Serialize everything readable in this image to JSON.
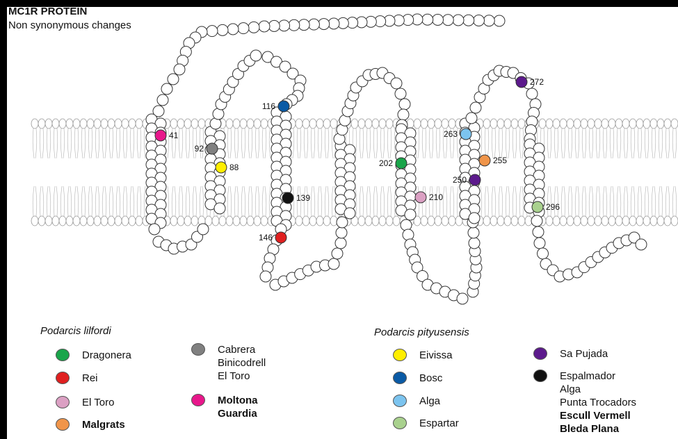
{
  "title": "MC1R PROTEIN",
  "subtitle": "Non synonymous changes",
  "mutations": [
    {
      "label": "41",
      "color": "#e8178b"
    },
    {
      "label": "88",
      "color": "#ffee00"
    },
    {
      "label": "92",
      "color": "#808080"
    },
    {
      "label": "116",
      "color": "#0a5aa5"
    },
    {
      "label": "139",
      "color": "#111111"
    },
    {
      "label": "146",
      "color": "#e02020"
    },
    {
      "label": "202",
      "color": "#1aa54a"
    },
    {
      "label": "210",
      "color": "#dba0c3"
    },
    {
      "label": "250",
      "color": "#5c1a8c"
    },
    {
      "label": "255",
      "color": "#f0954a"
    },
    {
      "label": "263",
      "color": "#7cc4ef"
    },
    {
      "label": "272",
      "color": "#5c1a8c"
    },
    {
      "label": "296",
      "color": "#a9d18e"
    }
  ],
  "legend": {
    "lilfordi": {
      "heading": "Podarcis lilfordi",
      "col1": [
        {
          "color": "#1aa54a",
          "lines": [
            "Dragonera"
          ]
        },
        {
          "color": "#e02020",
          "lines": [
            "Rei"
          ]
        },
        {
          "color": "#dba0c3",
          "lines": [
            "El Toro"
          ]
        },
        {
          "color": "#f0954a",
          "lines": [
            "Malgrats"
          ],
          "bold": true
        }
      ],
      "col2": [
        {
          "color": "#808080",
          "lines": [
            "Cabrera",
            "Binicodrell",
            "El Toro"
          ]
        },
        {
          "color": "#e8178b",
          "lines": [
            "Moltona",
            "Guardia"
          ],
          "bold": true
        }
      ]
    },
    "pityusensis": {
      "heading": "Podarcis pityusensis",
      "col1": [
        {
          "color": "#ffee00",
          "lines": [
            "Eivissa"
          ]
        },
        {
          "color": "#0a5aa5",
          "lines": [
            "Bosc"
          ]
        },
        {
          "color": "#7cc4ef",
          "lines": [
            "Alga"
          ]
        },
        {
          "color": "#a9d18e",
          "lines": [
            "Espartar"
          ]
        }
      ],
      "col2": [
        {
          "color": "#5c1a8c",
          "lines": [
            "Sa Pujada"
          ]
        },
        {
          "color": "#111111",
          "lines": [
            "Espalmador",
            "Alga",
            "Punta Trocadors",
            "Escull Vermell",
            "Bleda Plana"
          ],
          "boldFrom": 3
        }
      ]
    }
  }
}
